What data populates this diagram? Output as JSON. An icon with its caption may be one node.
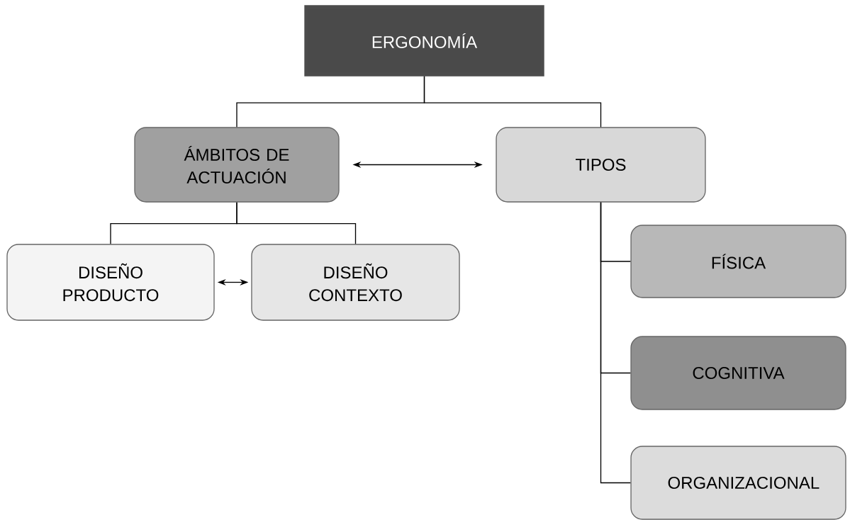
{
  "diagram": {
    "nodes": [
      {
        "text": [
          "ERGONOMÍA"
        ]
      },
      {
        "text": [
          "ÁMBITOS DE ACTUACIÓN"
        ]
      },
      {
        "text": [
          "TIPOS"
        ]
      },
      {
        "text": [
          "DISEÑO PRODUCTO"
        ]
      },
      {
        "text": [
          "DISEÑO CONTEXTO"
        ]
      },
      {
        "text": [
          "FÍSICA"
        ]
      },
      {
        "text": [
          "COGNITIVA"
        ]
      },
      {
        "text": [
          "ORGANIZACIONAL"
        ]
      }
    ],
    "edges": [
      {
        "from": 0,
        "to": 1,
        "arrow": "none"
      },
      {
        "from": 0,
        "to": 2,
        "arrow": "none"
      },
      {
        "from": 1,
        "to": 2,
        "arrow": "both"
      },
      {
        "from": 1,
        "to": 3,
        "arrow": "none"
      },
      {
        "from": 1,
        "to": 4,
        "arrow": "none"
      },
      {
        "from": 3,
        "to": 4,
        "arrow": "both"
      },
      {
        "from": 2,
        "to": 5,
        "arrow": "none"
      },
      {
        "from": 2,
        "to": 6,
        "arrow": "none"
      },
      {
        "from": 2,
        "to": 7,
        "arrow": "none"
      }
    ]
  }
}
